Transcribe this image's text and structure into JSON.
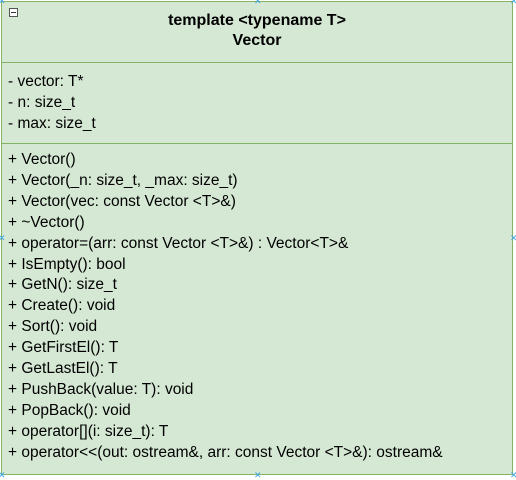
{
  "uml_class": {
    "stereotype": "template <typename T>",
    "name": "Vector",
    "attributes": [
      "- vector: T*",
      "- n: size_t",
      "- max: size_t"
    ],
    "methods": [
      "+ Vector()",
      "+ Vector(_n: size_t, _max: size_t)",
      "+ Vector(vec: const Vector <T>&)",
      "+ ~Vector()",
      "+ operator=(arr: const Vector <T>&) : Vector<T>&",
      "+ IsEmpty(): bool",
      "+ GetN(): size_t",
      "+ Create(): void",
      "+ Sort(): void",
      "+ GetFirstEl(): T",
      "+ GetLastEl(): T",
      "+ PushBack(value: T): void",
      "+ PopBack(): void",
      "+ operator[](i: size_t): T",
      "+ operator<<(out: ostream&, arr: const Vector <T>&): ostream&"
    ]
  },
  "colors": {
    "fill": "#d5e8d4",
    "stroke": "#82b366",
    "handle": "#3ba3e6"
  }
}
